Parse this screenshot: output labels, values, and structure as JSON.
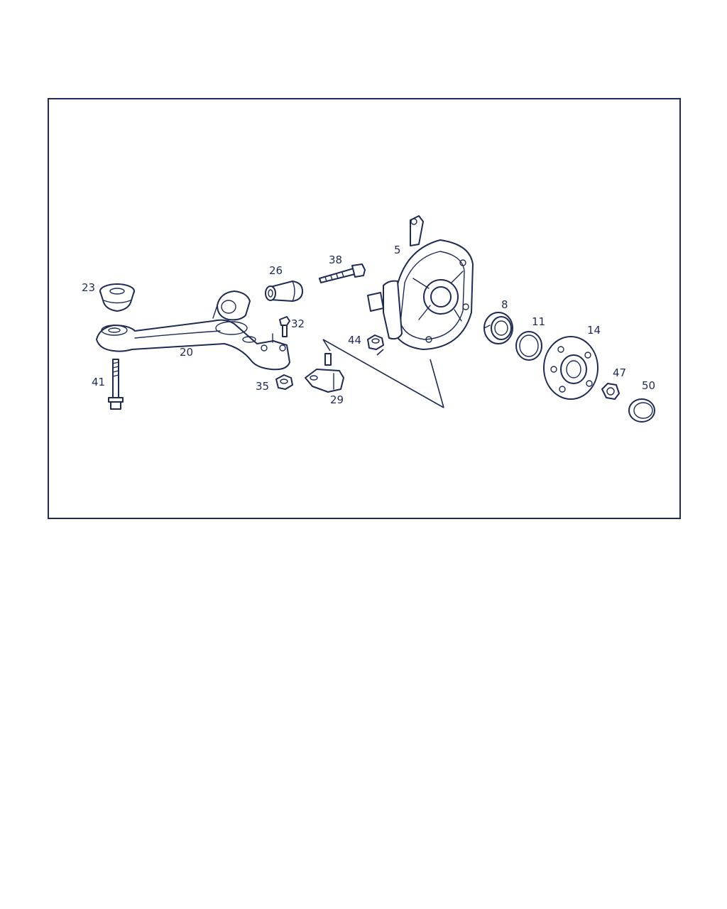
{
  "labels": {
    "p5": "5",
    "p8": "8",
    "p11": "11",
    "p14": "14",
    "p20": "20",
    "p23": "23",
    "p26": "26",
    "p29": "29",
    "p32": "32",
    "p35": "35",
    "p38": "38",
    "p41": "41",
    "p44": "44",
    "p47": "47",
    "p50": "50"
  }
}
